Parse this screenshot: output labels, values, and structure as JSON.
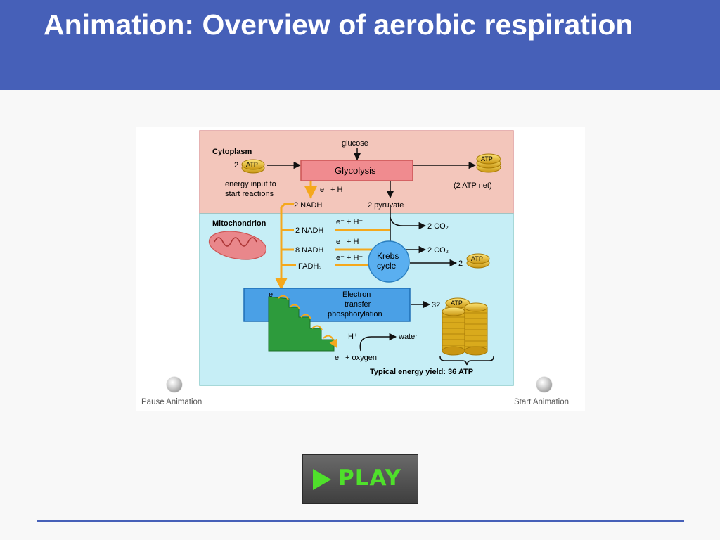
{
  "slide": {
    "title": "Animation: Overview of aerobic respiration"
  },
  "diagram": {
    "cytoplasm_label": "Cytoplasm",
    "glucose": "glucose",
    "atp_input_count": "2",
    "atp": "ATP",
    "energy_input": [
      "energy input to",
      "start reactions"
    ],
    "glycolysis": "Glycolysis",
    "atp_net": "(2 ATP net)",
    "e_h": "e⁻ + H⁺",
    "nadh_2a": "2 NADH",
    "pyruvate": "2 pyruvate",
    "mitochondrion_label": "Mitochondrion",
    "nadh_2b": "2 NADH",
    "nadh_8": "8 NADH",
    "fadh2": "FADH₂",
    "co2_a": "2 CO₂",
    "co2_b": "2 CO₂",
    "krebs": [
      "Krebs",
      "cycle"
    ],
    "krebs_atp_count": "2",
    "electron_label": "e⁻",
    "etp": [
      "Electron",
      "transfer",
      "phosphorylation"
    ],
    "etp_atp_count": "32",
    "h_plus": "H⁺",
    "water": "water",
    "e_oxygen": "e⁻ + oxygen",
    "yield": "Typical energy yield: 36 ATP"
  },
  "controls": {
    "pause": "Pause Animation",
    "start": "Start Animation"
  },
  "play_button": {
    "label": "PLAY"
  },
  "colors": {
    "title_bar": "#4660b8",
    "cytoplasm": "#f3c6bb",
    "mitochondrion": "#c6eef6",
    "glycolysis_box": "#f08b8f",
    "krebs": "#5aaff0",
    "etp_box": "#4aa0e6",
    "stairs": "#2d9b3c",
    "nadh_arrows": "#f5a81c",
    "atp_coin": "#e8c12c",
    "play_green": "#4fe02b"
  }
}
